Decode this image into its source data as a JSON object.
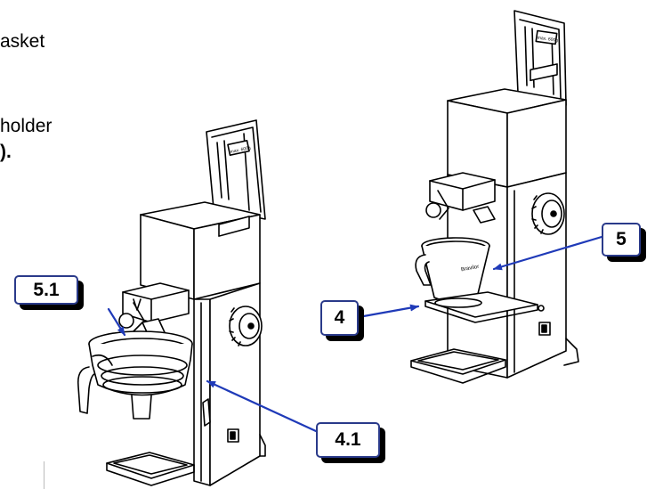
{
  "text": {
    "line1": "asket",
    "line2": "holder",
    "line3": ")."
  },
  "lid_labels": {
    "left": "max. 600g",
    "right": "max. 600g"
  },
  "container_logo": "Bravilor",
  "callouts": {
    "c51": "5.1",
    "c41": "4.1",
    "c4": "4",
    "c5": "5"
  },
  "colors": {
    "arrow": "#1f3ab8",
    "callout_border": "#2a3a8a",
    "line_art": "#000000"
  }
}
